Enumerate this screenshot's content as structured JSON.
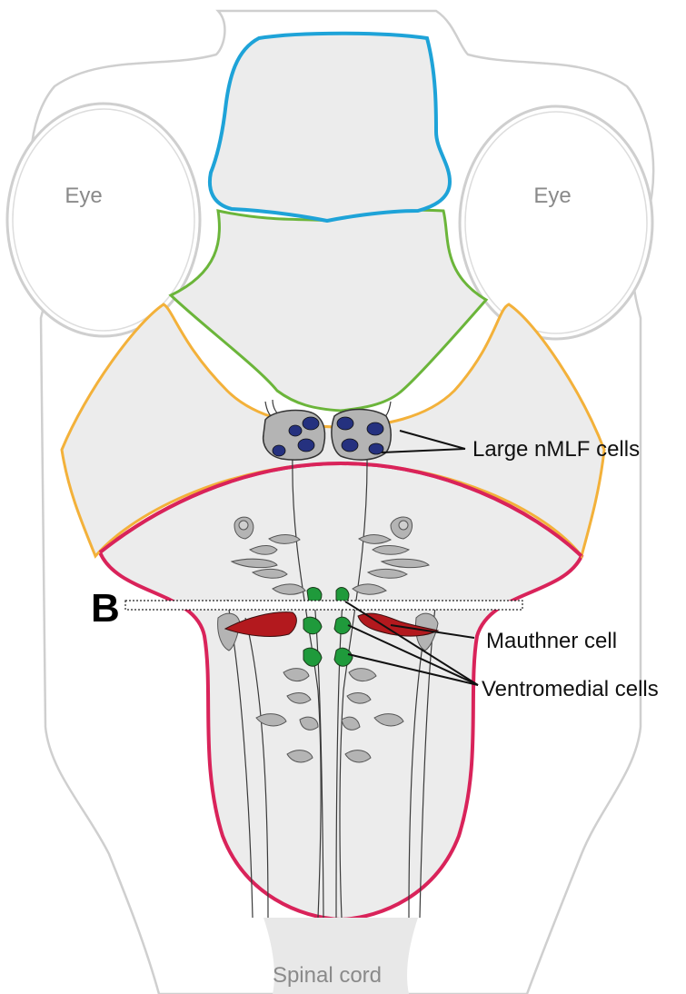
{
  "labels": {
    "eye_left": "Eye",
    "eye_right": "Eye",
    "nmlf": "Large nMLF cells",
    "mauthner": "Mauthner cell",
    "ventromedial": "Ventromedial cells",
    "section_marker": "B",
    "spinal_cord": "Spinal cord"
  },
  "colors": {
    "outline_gray": "#c9c9c9",
    "fill_gray": "#ebebeb",
    "telencephalon_outline": "#1ea3d8",
    "diencephalon_outline": "#6bb53a",
    "midbrain_outline": "#f3b13a",
    "hindbrain_outline": "#d9235a",
    "nmlf_cells": "#25317f",
    "mauthner_cell": "#b3191e",
    "ventromedial_cells": "#1f9a3b",
    "neuron_gray": "#b4b4b4"
  }
}
